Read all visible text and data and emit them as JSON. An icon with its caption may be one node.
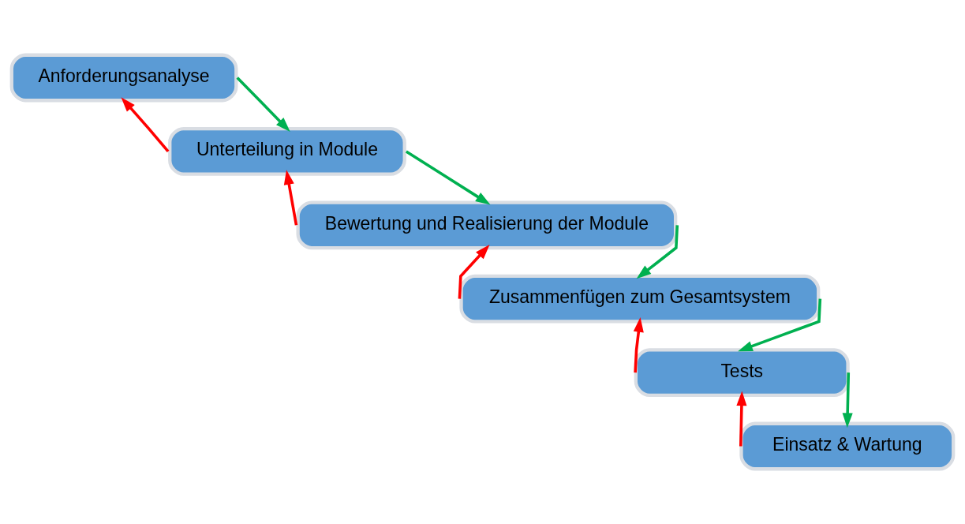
{
  "diagram": {
    "nodes": [
      {
        "text": [
          "Anforderungsanalyse"
        ]
      },
      {
        "text": [
          "Unterteilung in Module"
        ]
      },
      {
        "text": [
          "Bewertung und Realisierung der Module"
        ]
      },
      {
        "text": [
          "Zusammenfügen zum Gesamtsystem"
        ]
      },
      {
        "text": [
          "Tests"
        ]
      },
      {
        "text": [
          "Einsatz & Wartung"
        ]
      }
    ],
    "edges": [
      {
        "from": 0,
        "to": 1,
        "arrow": "to",
        "color": "#00b050"
      },
      {
        "from": 1,
        "to": 0,
        "arrow": "to",
        "color": "#ff0000"
      },
      {
        "from": 1,
        "to": 2,
        "arrow": "to",
        "color": "#00b050"
      },
      {
        "from": 2,
        "to": 1,
        "arrow": "to",
        "color": "#ff0000"
      },
      {
        "from": 2,
        "to": 3,
        "arrow": "to",
        "color": "#00b050"
      },
      {
        "from": 3,
        "to": 2,
        "arrow": "to",
        "color": "#ff0000"
      },
      {
        "from": 3,
        "to": 4,
        "arrow": "to",
        "color": "#00b050"
      },
      {
        "from": 4,
        "to": 3,
        "arrow": "to",
        "color": "#ff0000"
      },
      {
        "from": 4,
        "to": 5,
        "arrow": "to",
        "color": "#00b050"
      },
      {
        "from": 5,
        "to": 4,
        "arrow": "to",
        "color": "#ff0000"
      }
    ]
  }
}
